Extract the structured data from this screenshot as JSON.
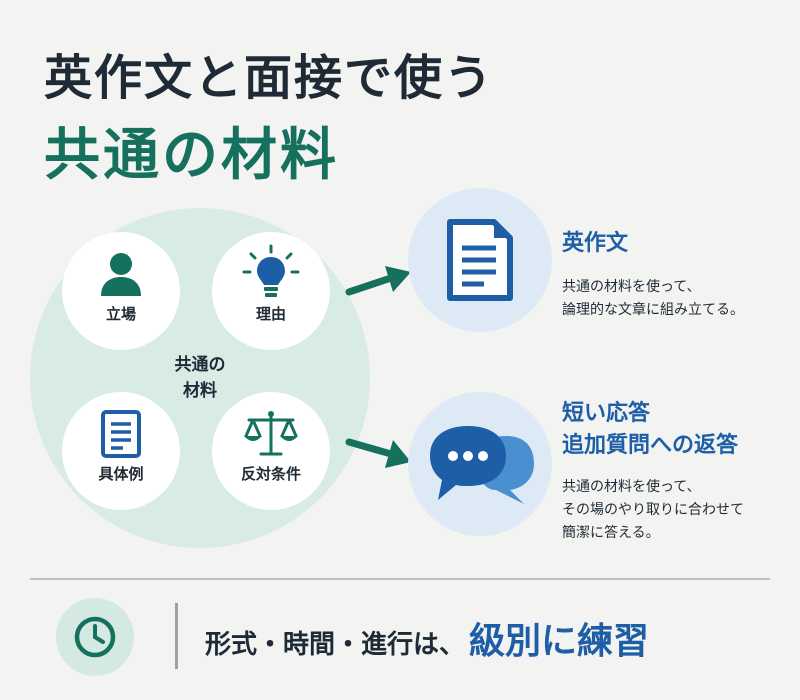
{
  "title": {
    "line1": "英作文と面接で使う",
    "line2": "共通の材料"
  },
  "materials": {
    "center_line1": "共通の",
    "center_line2": "材料",
    "items": [
      {
        "label": "立場",
        "icon": "person-icon"
      },
      {
        "label": "理由",
        "icon": "lightbulb-icon"
      },
      {
        "label": "具体例",
        "icon": "document-icon"
      },
      {
        "label": "反対条件",
        "icon": "scales-icon"
      }
    ]
  },
  "essay": {
    "icon": "document-icon",
    "heading": "英作文",
    "desc_line1": "共通の材料を使って、",
    "desc_line2": "論理的な文章に組み立てる。"
  },
  "interview": {
    "icon": "chat-bubbles-icon",
    "heading_line1": "短い応答",
    "heading_line2": "追加質問への返答",
    "desc_line1": "共通の材料を使って、",
    "desc_line2": "その場のやり取りに合わせて",
    "desc_line3": "簡潔に答える。"
  },
  "footer": {
    "icon": "clock-icon",
    "text": "形式・時間・進行は、",
    "emphasis": "級別に練習"
  },
  "colors": {
    "teal": "#16705e",
    "blue": "#1d5ea6",
    "dark": "#1e2a35",
    "mint": "#d8ebe4",
    "light_blue": "#dde9f4"
  }
}
